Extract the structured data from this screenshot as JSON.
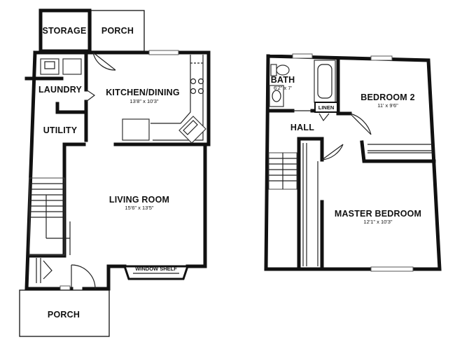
{
  "first_floor": {
    "storage": "STORAGE",
    "porch_back": "PORCH",
    "laundry": "LAUNDRY",
    "kitchen_dining": {
      "name": "KITCHEN/DINING",
      "dim": "13'8\" x 10'3\""
    },
    "utility": "UTILITY",
    "living_room": {
      "name": "LIVING ROOM",
      "dim": "15'6\" x 13'5\""
    },
    "window_shelf": "WINDOW SHELF",
    "porch_front": "PORCH"
  },
  "second_floor": {
    "bath": {
      "name": "BATH",
      "dim": "6'2\" x 7'"
    },
    "linen": "LINEN",
    "bedroom_2": {
      "name": "BEDROOM 2",
      "dim": "11' x 9'6\""
    },
    "hall": "HALL",
    "master_bedroom": {
      "name": "MASTER BEDROOM",
      "dim": "12'1\" x 10'3\""
    }
  }
}
